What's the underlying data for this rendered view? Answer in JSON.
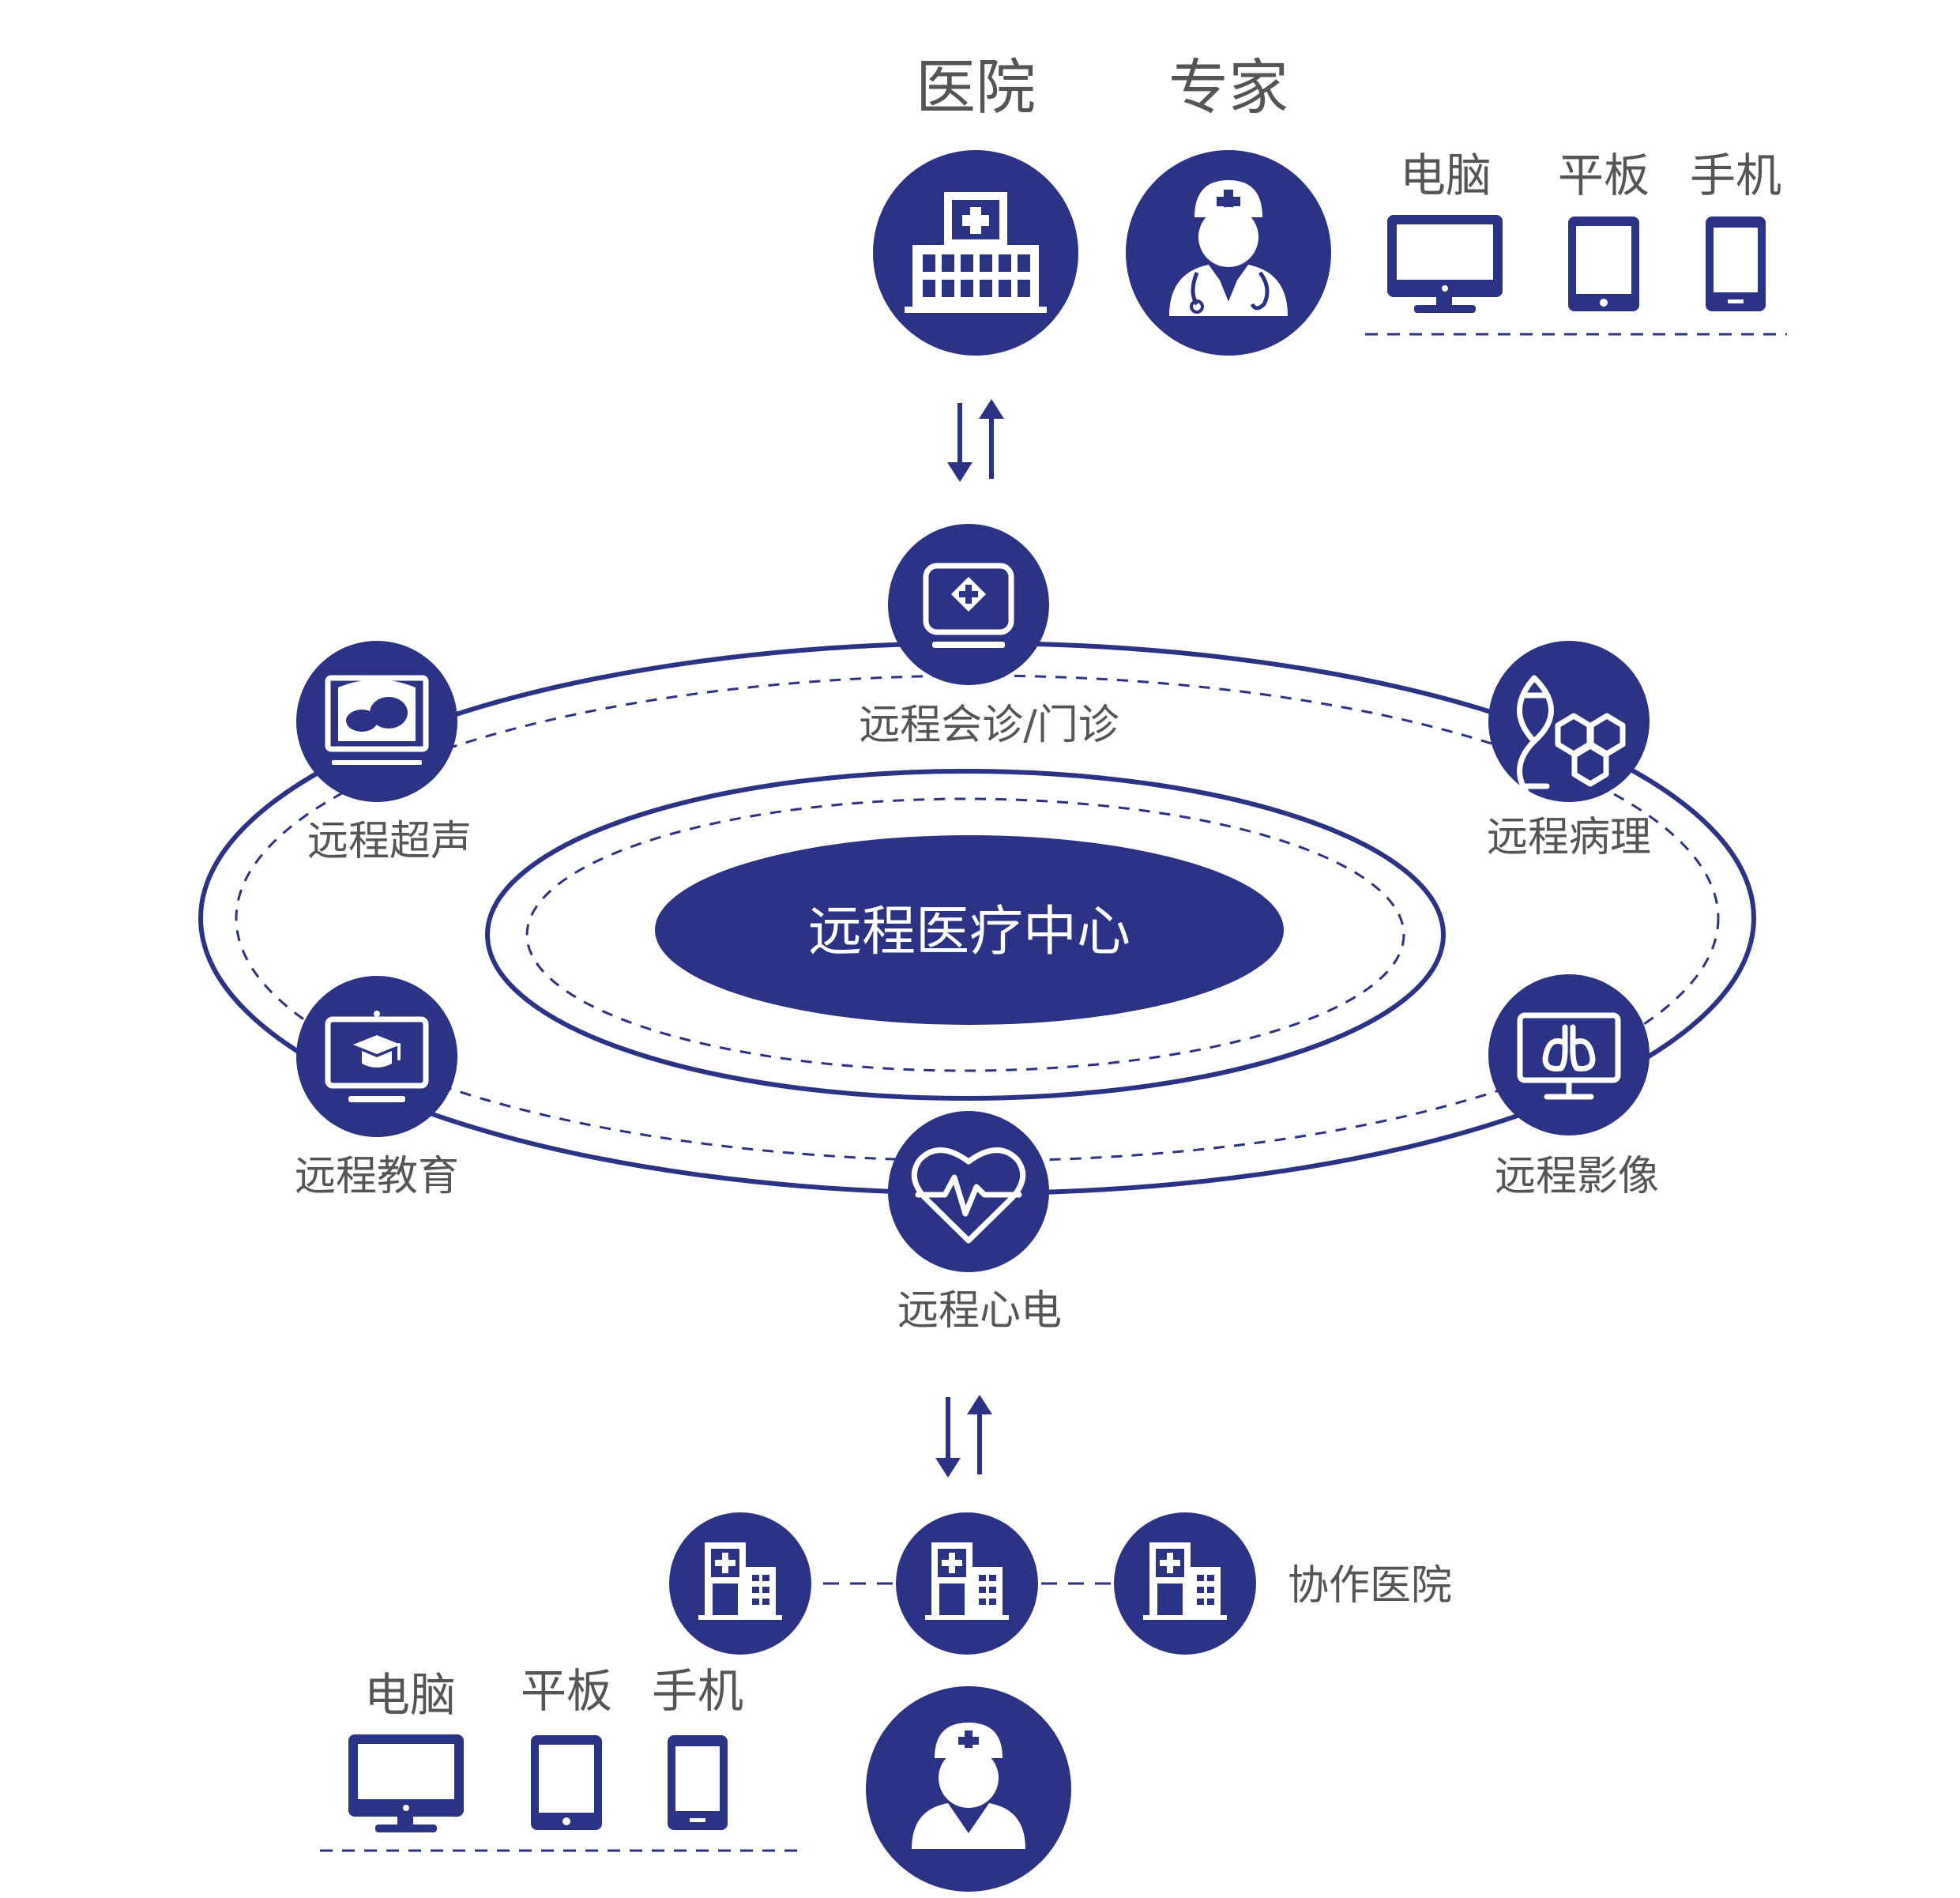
{
  "providers": {
    "hospital_label": "医院",
    "expert_label": "专家",
    "hospital_icon": "hospital-building-icon",
    "expert_icon": "doctor-icon"
  },
  "top_devices": {
    "computer_label": "电脑",
    "tablet_label": "平板",
    "phone_label": "手机"
  },
  "center": {
    "label": "远程医疗中心"
  },
  "services": {
    "consult": "远程会诊/门诊",
    "pathology": "远程病理",
    "imaging": "远程影像",
    "ecg": "远程心电",
    "education": "远程教育",
    "ultrasound": "远程超声"
  },
  "cooperating": {
    "label": "协作医院"
  },
  "bottom_devices": {
    "computer_label": "电脑",
    "tablet_label": "平板",
    "phone_label": "手机"
  },
  "colors": {
    "primary": "#2c3384",
    "text": "#555555",
    "background": "#ffffff"
  }
}
